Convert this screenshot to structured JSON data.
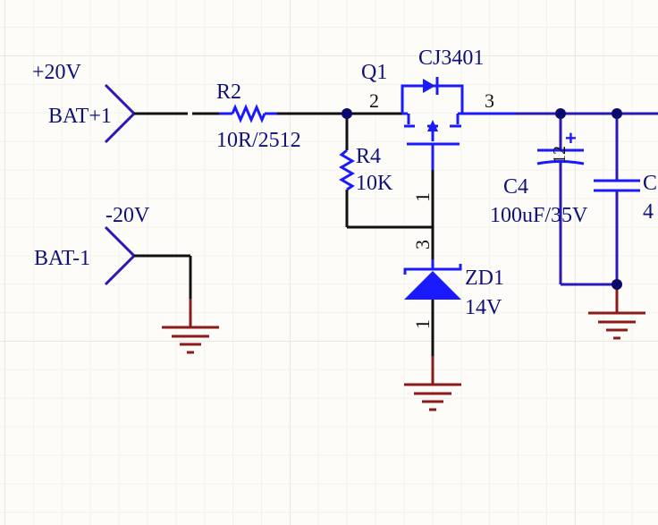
{
  "ports": {
    "bat_pos": {
      "name": "BAT+1",
      "net": "+20V"
    },
    "bat_neg": {
      "name": "BAT-1",
      "net": "-20V"
    }
  },
  "resistors": {
    "r2": {
      "designator": "R2",
      "value": "10R/2512"
    },
    "r4": {
      "designator": "R4",
      "value": "10K"
    }
  },
  "mosfet": {
    "designator": "Q1",
    "part": "CJ3401",
    "pin_left": "2",
    "pin_right": "3",
    "pin_bottom": "1"
  },
  "zener": {
    "designator": "ZD1",
    "value": "14V",
    "pin_top": "3",
    "pin_bottom": "1"
  },
  "capacitors": {
    "c4": {
      "designator": "C4",
      "value": "100uF/35V",
      "pin_marks": "12",
      "polarity": "+"
    },
    "c5_partial": {
      "designator": "C",
      "value": "4"
    }
  },
  "colors": {
    "wire": "#111111",
    "component": "#1a1aff",
    "junction": "#0a0a6e",
    "ground": "#8b1a1a",
    "label": "#10107a",
    "background": "#fdfcf8"
  }
}
